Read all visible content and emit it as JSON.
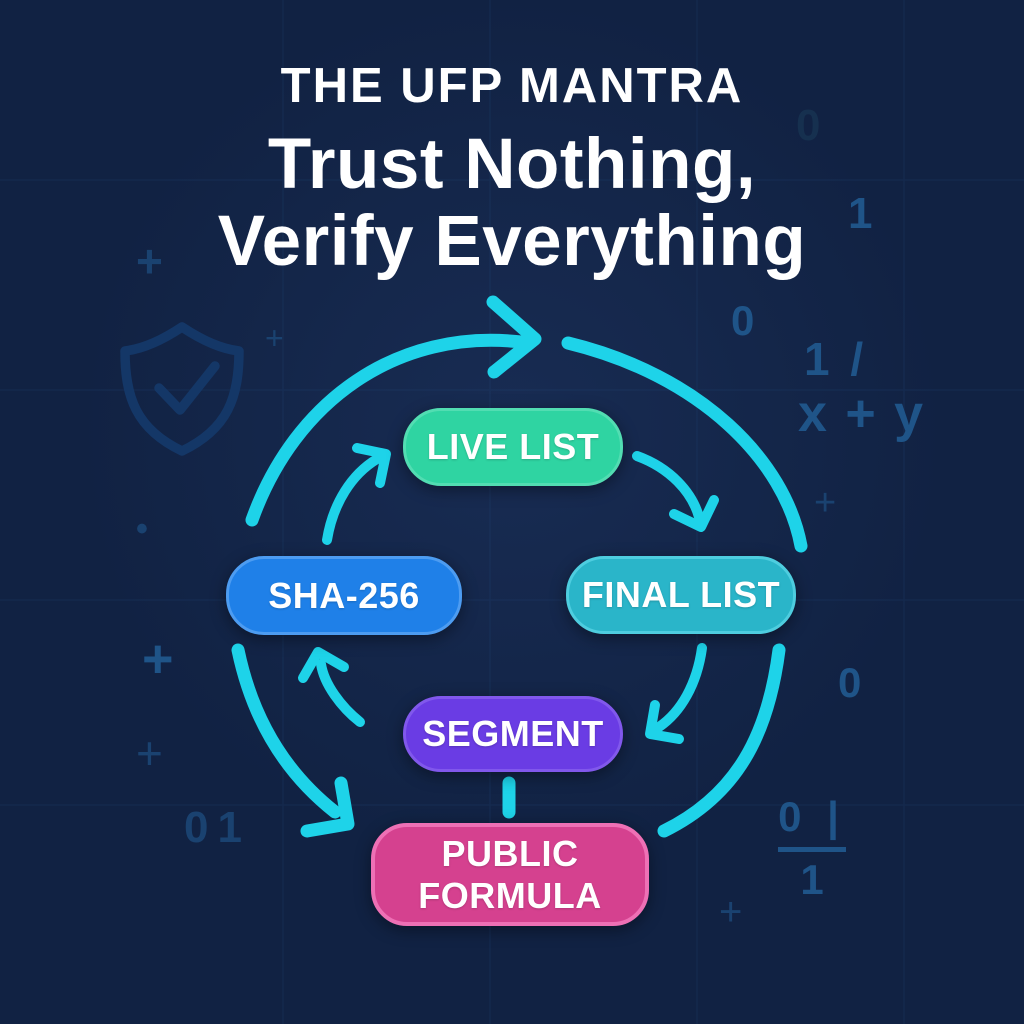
{
  "title": {
    "eyebrow": "THE UFP MANTRA",
    "line1": "Trust Nothing,",
    "line2": "Verify Everything"
  },
  "cycle": {
    "nodes": [
      {
        "id": "live-list",
        "label": "LIVE LIST"
      },
      {
        "id": "final-list",
        "label": "FINAL LIST"
      },
      {
        "id": "segment",
        "label": "SEGMENT"
      },
      {
        "id": "public-formula",
        "label": "PUBLIC FORMULA"
      },
      {
        "id": "sha-256",
        "label": "SHA-256"
      }
    ],
    "flow": "clockwise"
  },
  "decorations": {
    "plus_top_left": "+",
    "plus_upper_left_small": "+",
    "dot_left": "•",
    "plus_mid_left": "+",
    "plus_mid_left_thin": "+",
    "binary_bottom_left": "01",
    "zero_top_right_faint": "0",
    "one_top_right": "1",
    "zero_right": "0",
    "one_slash_right": "1 /",
    "x_plus_y": "x + y",
    "plus_right": "+",
    "zero_right_lower": "0",
    "fraction_numerator": "0 |",
    "fraction_denominator": "1",
    "plus_bottom_right": "+"
  },
  "icons": {
    "shield": "shield-check-icon"
  },
  "colors": {
    "bg": "#112243",
    "text": "#ffffff",
    "cyan": "#1ed3e9",
    "green": "#2fd4a2",
    "green-border": "#52ddb2",
    "teal": "#2ab5c9",
    "teal-border": "#4ecddf",
    "blue": "#1f80e8",
    "blue-border": "#4d9cf1",
    "purple": "#6a3ce4",
    "purple-border": "#8158ec",
    "pink": "#d5418f",
    "pink-border": "#ee70b5",
    "deco-strong": "#1f5488",
    "deco-mid": "#1a4270",
    "deco-faint": "#16304f",
    "shield": "#143767",
    "grid": "#2a5e96"
  }
}
